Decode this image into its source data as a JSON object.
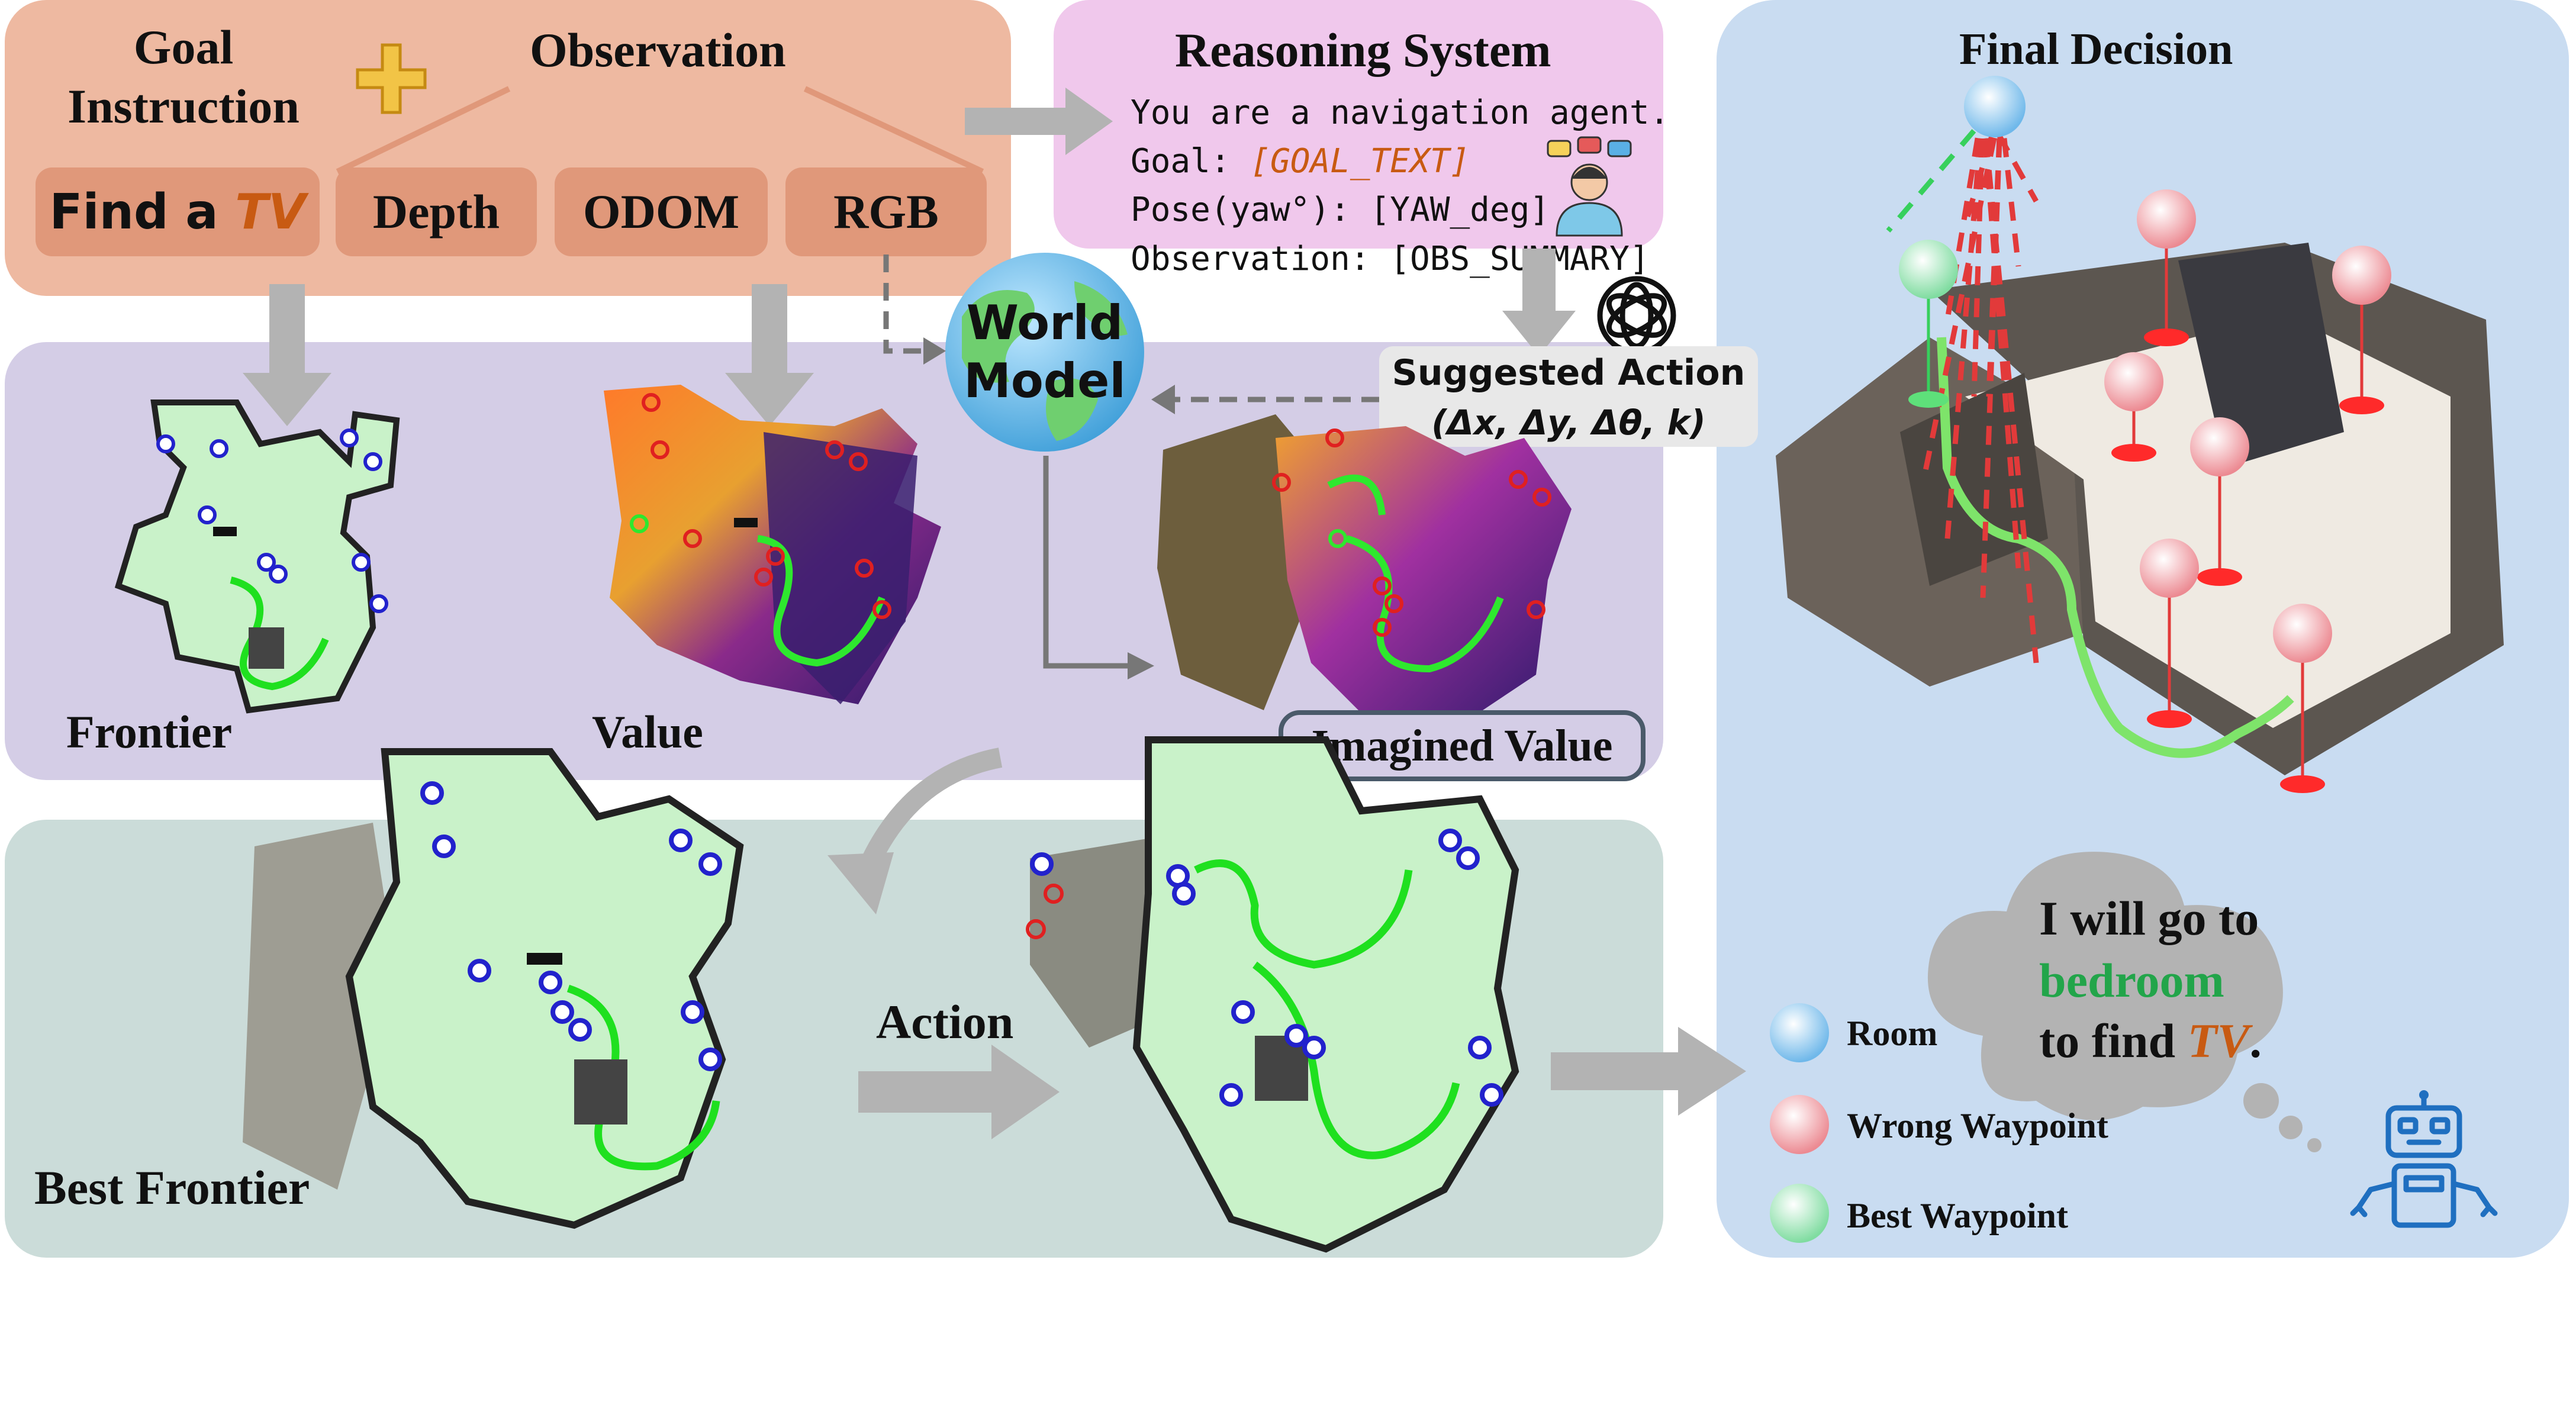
{
  "input": {
    "goal_instruction": "Goal\nInstruction",
    "observation": "Observation",
    "find_prefix": "Find a ",
    "find_target": "TV",
    "chips": [
      "Depth",
      "ODOM",
      "RGB"
    ]
  },
  "reasoning": {
    "title": "Reasoning System",
    "prompt_line1": "You are a navigation agent.",
    "goal_label": "Goal: ",
    "goal_value": "[GOAL_TEXT]",
    "pose_line": "Pose(yaw°): [YAW_deg]",
    "obs_line": "Observation: [OBS_SUMMARY]",
    "suggested_title": "Suggested Action",
    "suggested_value": "(Δx, Δy, Δθ, k)"
  },
  "world_model": "World\nModel",
  "maps": {
    "frontier": "Frontier",
    "value": "Value",
    "imagined": "Imagined Value",
    "best_frontier": "Best Frontier",
    "action": "Action"
  },
  "final": {
    "title": "Final Decision",
    "thought_line1": "I will go to",
    "thought_highlight": "bedroom",
    "thought_line3_prefix": "to find ",
    "thought_target": "TV",
    "thought_suffix": ".",
    "legend": [
      "Room",
      "Wrong Waypoint",
      "Best Waypoint"
    ]
  },
  "colors": {
    "input_panel": "#eeb9a1",
    "chip": "#e0987a",
    "reasoning_panel": "#f0c8ec",
    "maps_panel": "#d4cde6",
    "best_panel": "#cbdcd9",
    "final_panel": "#c9dcf1",
    "target_text": "#c85a12",
    "bedroom_text": "#22a54a",
    "arrow": "#b3b3b3"
  }
}
